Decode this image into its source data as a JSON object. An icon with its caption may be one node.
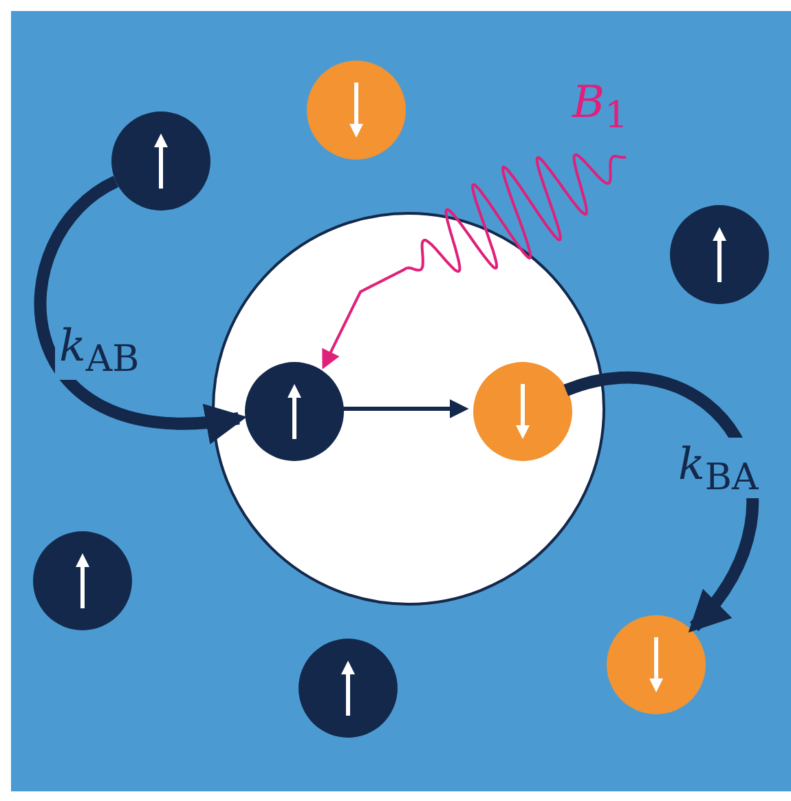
{
  "diagram": {
    "nodes": [
      {
        "text": [],
        "shape": "circle"
      },
      {
        "text": [],
        "shape": "circle"
      },
      {
        "text": [
          "*B*$_{1}$"
        ]
      },
      {
        "text": [],
        "shape": "circle"
      },
      {
        "text": [],
        "shape": "circle",
        "in": 3
      },
      {
        "text": [],
        "shape": "circle",
        "in": 3
      },
      {
        "text": [],
        "shape": "circle"
      },
      {
        "text": [],
        "shape": "circle"
      },
      {
        "text": [],
        "shape": "circle"
      },
      {
        "text": [],
        "shape": "circle"
      }
    ],
    "edges": [
      {
        "from": 1,
        "to": 4,
        "arrow": "to",
        "label": "*k*$_{AB}$",
        "style": "thick"
      },
      {
        "from": 4,
        "to": 5,
        "arrow": "to"
      },
      {
        "from": 5,
        "to": 8,
        "arrow": "to",
        "label": "*k*$_{BA}$",
        "style": "thick"
      },
      {
        "from": 2,
        "to": 4,
        "arrow": "to",
        "color": "#e0207a"
      }
    ]
  }
}
